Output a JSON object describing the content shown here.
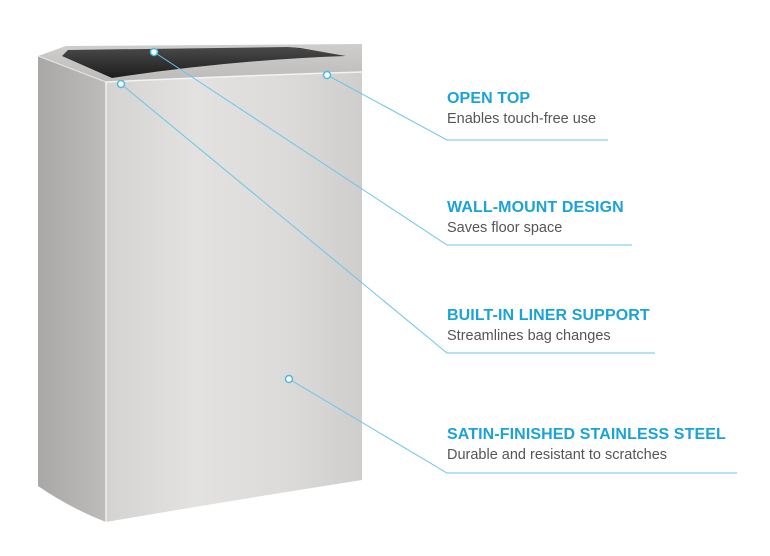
{
  "colors": {
    "accent": "#1aa3d9",
    "description_text": "#555555",
    "callout_line": "#6cc5ea"
  },
  "product": {
    "icon": "wall-mounted-waste-receptacle-icon"
  },
  "features": [
    {
      "title": "OPEN TOP",
      "description": "Enables touch-free use"
    },
    {
      "title": "WALL-MOUNT DESIGN",
      "description": "Saves floor space"
    },
    {
      "title": "BUILT-IN LINER SUPPORT",
      "description": "Streamlines bag changes"
    },
    {
      "title": "SATIN-FINISHED STAINLESS STEEL",
      "description": "Durable and resistant to scratches"
    }
  ]
}
